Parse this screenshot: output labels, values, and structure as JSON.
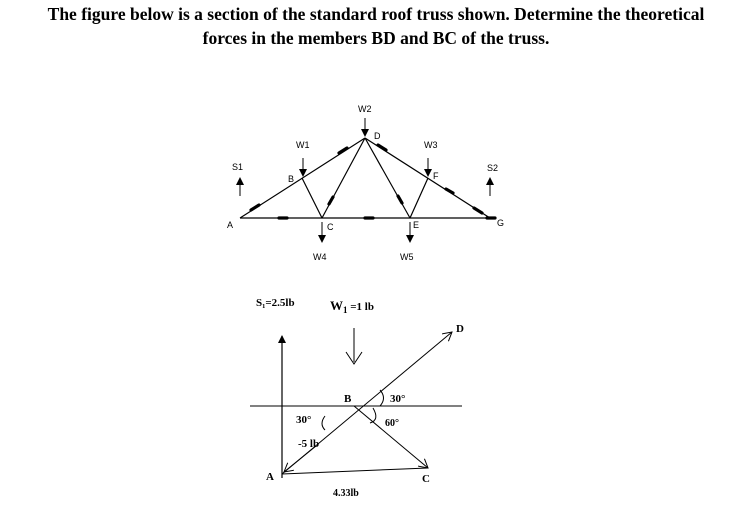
{
  "problem": {
    "line1": "The figure below is a section of the standard roof truss shown. Determine the theoretical",
    "line2": "forces in the members BD and BC of the truss."
  },
  "truss": {
    "joints": {
      "A": "A",
      "B": "B",
      "C": "C",
      "D": "D",
      "E": "E",
      "F": "F",
      "G": "G"
    },
    "loads": {
      "W1": "W1",
      "W2": "W2",
      "W3": "W3",
      "W4": "W4",
      "W5": "W5",
      "S1": "S1",
      "S2": "S2"
    }
  },
  "fbd": {
    "s1_label": "S₁=2.5lb",
    "w1_label_main": "W",
    "w1_label_sub": "1",
    "w1_label_rest": " =1 lb",
    "point_B": "B",
    "point_D": "D",
    "point_A": "A",
    "point_C": "C",
    "angle_30_right": "30°",
    "angle_60": "60°",
    "angle_30_left": "30°",
    "force_5lb": "-5 lb",
    "force_433": "4.33lb"
  }
}
